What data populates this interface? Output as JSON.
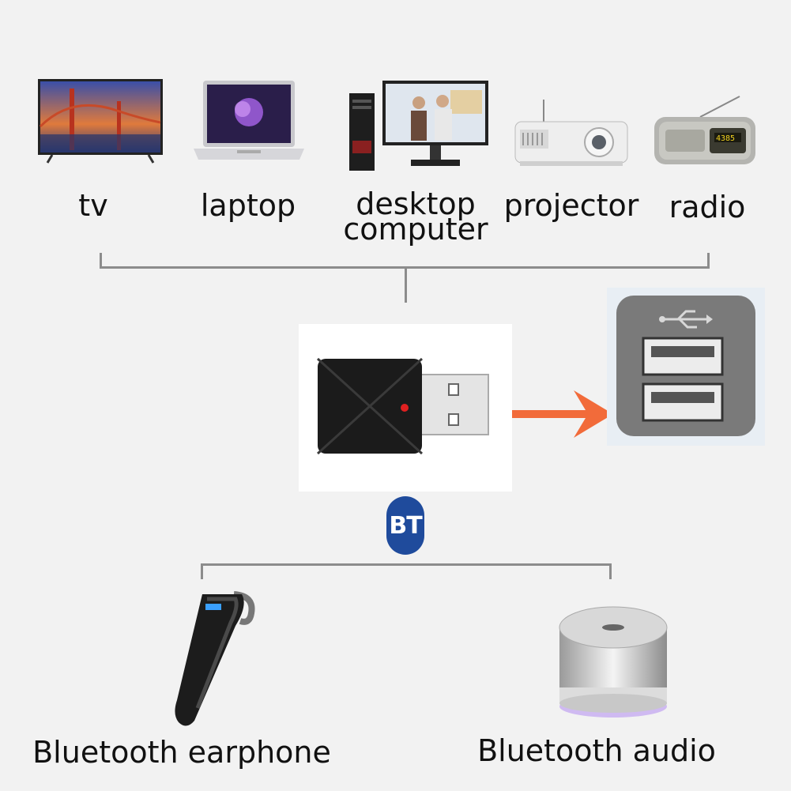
{
  "devices": [
    {
      "label": "tv",
      "icon": "tv-icon"
    },
    {
      "label": "laptop",
      "icon": "laptop-icon"
    },
    {
      "label_line1": "desktop",
      "label_line2": "computer",
      "icon": "desktop-computer-icon"
    },
    {
      "label": "projector",
      "icon": "projector-icon"
    },
    {
      "label": "radio",
      "icon": "radio-icon"
    }
  ],
  "center": {
    "adapter_icon": "usb-bluetooth-adapter-icon",
    "port_icon": "usb-port-icon",
    "arrow_color": "#f26b3a",
    "badge_text": "BT",
    "badge_color": "#1f4b9c"
  },
  "outputs": [
    {
      "label": "Bluetooth earphone",
      "icon": "bluetooth-earphone-icon"
    },
    {
      "label": "Bluetooth audio",
      "icon": "bluetooth-speaker-icon"
    }
  ]
}
